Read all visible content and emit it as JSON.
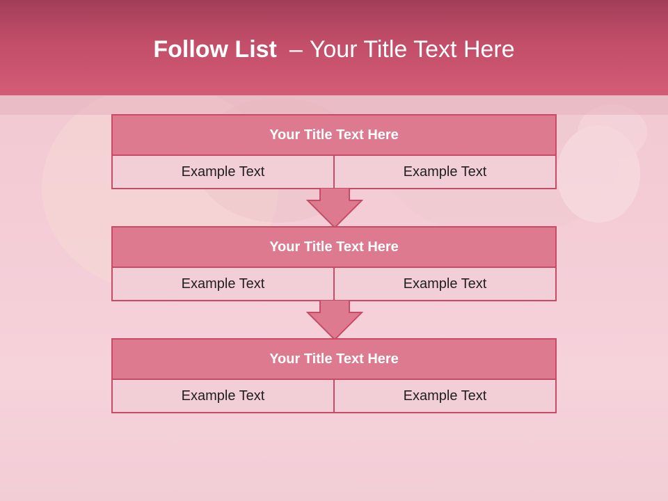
{
  "header": {
    "title_bold": "Follow List",
    "title_sep": "–",
    "title_rest": "Your Title Text Here"
  },
  "steps": [
    {
      "title": "Your Title Text Here",
      "left": "Example Text",
      "right": "Example Text"
    },
    {
      "title": "Your Title Text Here",
      "left": "Example Text",
      "right": "Example Text"
    },
    {
      "title": "Your Title Text Here",
      "left": "Example Text",
      "right": "Example Text"
    }
  ],
  "colors": {
    "header": "#c24e69",
    "box_border": "#c84a67",
    "box_title_fill": "#dd7a8f",
    "cell_fill": "#f2ced6",
    "arrow_fill": "#dd7a8f"
  }
}
